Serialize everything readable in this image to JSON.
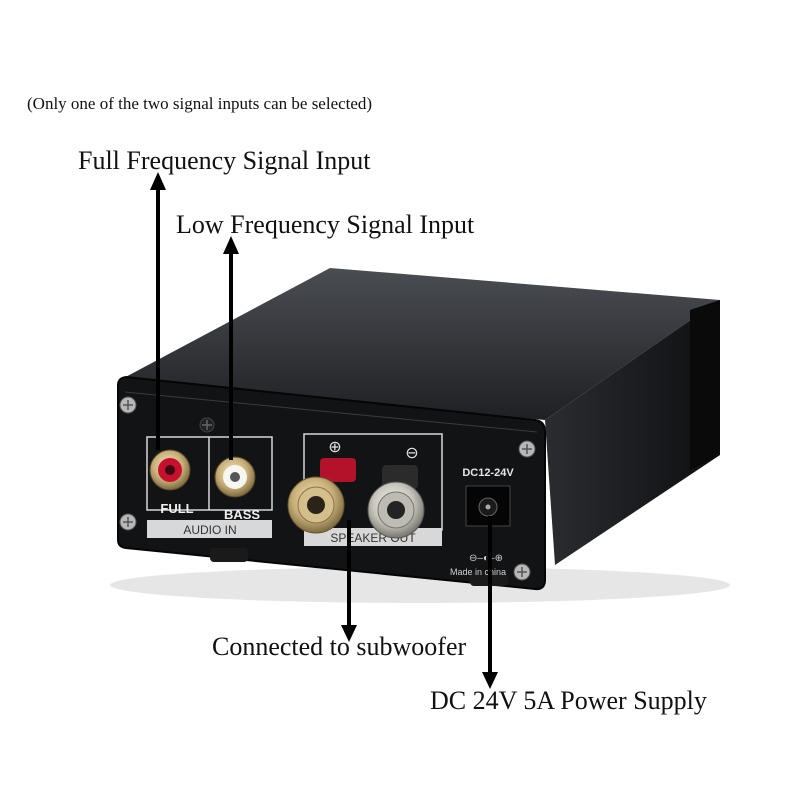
{
  "annotations": {
    "note": "(Only one of the two signal inputs can be selected)",
    "full_input": "Full Frequency Signal Input",
    "low_input": "Low Frequency Signal Input",
    "subwoofer": "Connected to subwoofer",
    "power": "DC 24V 5A Power Supply"
  },
  "panel": {
    "full": "FULL",
    "bass": "BASS",
    "audio_in": "AUDIO IN",
    "speaker_out": "SPEAKER OUT",
    "plus": "⊕",
    "minus": "⊖",
    "dc_rating": "DC12-24V",
    "made_in": "Made in china",
    "polarity": "⊖–◐–⊕"
  }
}
